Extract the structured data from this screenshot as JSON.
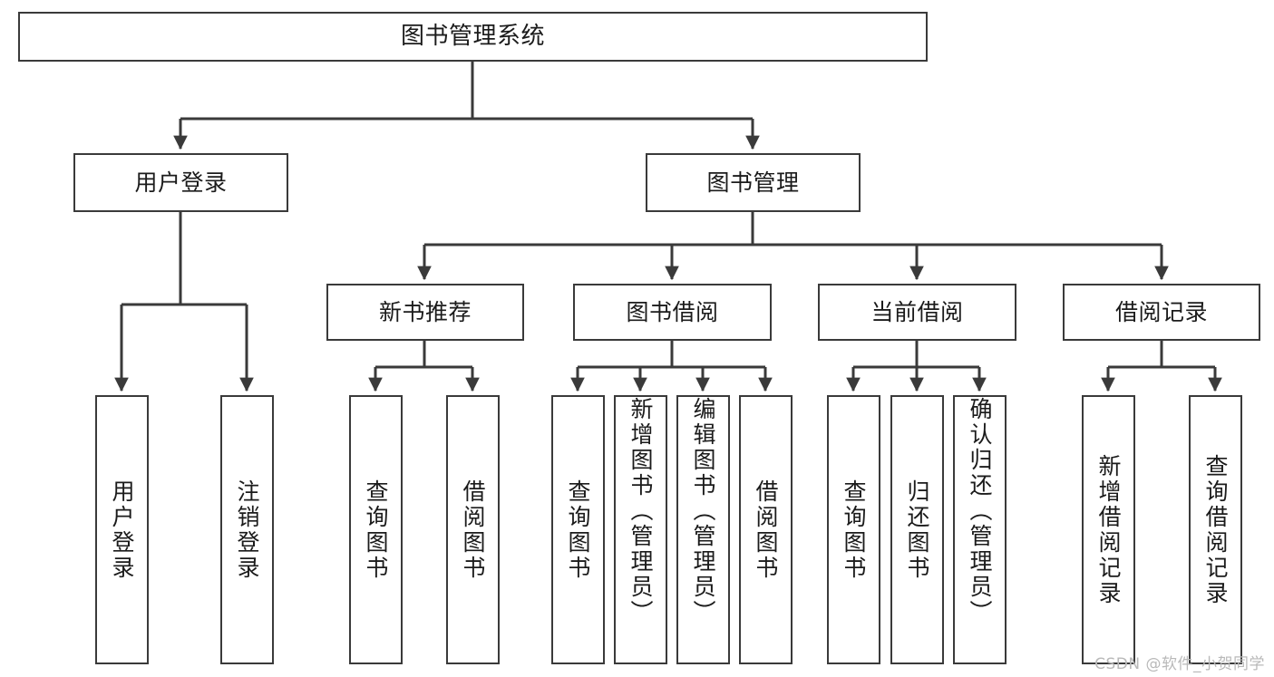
{
  "diagram": {
    "title": "图书管理系统",
    "type": "tree-hierarchy-chart",
    "stroke_color": "#3a3a3a",
    "text_color": "#1b1b1b",
    "background_color": "#ffffff"
  },
  "nodes": {
    "root": {
      "label": "图书管理系统"
    },
    "level1": [
      {
        "id": "user-login",
        "label": "用户登录"
      },
      {
        "id": "book-management",
        "label": "图书管理"
      }
    ],
    "level2": [
      {
        "id": "new-book-recommend",
        "label": "新书推荐"
      },
      {
        "id": "book-borrow",
        "label": "图书借阅"
      },
      {
        "id": "current-borrow",
        "label": "当前借阅"
      },
      {
        "id": "borrow-record",
        "label": "借阅记录"
      }
    ],
    "leaves": {
      "user_login": [
        {
          "id": "leaf-user-login",
          "label": "用户登录"
        },
        {
          "id": "leaf-logout-login",
          "label": "注销登录"
        }
      ],
      "new_book_recommend": [
        {
          "id": "leaf-query-book-1",
          "label": "查询图书"
        },
        {
          "id": "leaf-borrow-book-1",
          "label": "借阅图书"
        }
      ],
      "book_borrow": [
        {
          "id": "leaf-query-book-2",
          "label": "查询图书"
        },
        {
          "id": "leaf-add-book",
          "label": "新增图书（管理员）"
        },
        {
          "id": "leaf-edit-book",
          "label": "编辑图书（管理员）"
        },
        {
          "id": "leaf-borrow-book-2",
          "label": "借阅图书"
        }
      ],
      "current_borrow": [
        {
          "id": "leaf-query-book-3",
          "label": "查询图书"
        },
        {
          "id": "leaf-return-book",
          "label": "归还图书"
        },
        {
          "id": "leaf-confirm-return",
          "label": "确认归还（管理员）"
        }
      ],
      "borrow_record": [
        {
          "id": "leaf-add-record",
          "label": "新增借阅记录"
        },
        {
          "id": "leaf-query-record",
          "label": "查询借阅记录"
        }
      ]
    }
  },
  "watermark": {
    "text": "CSDN @软件_小贺同学"
  }
}
